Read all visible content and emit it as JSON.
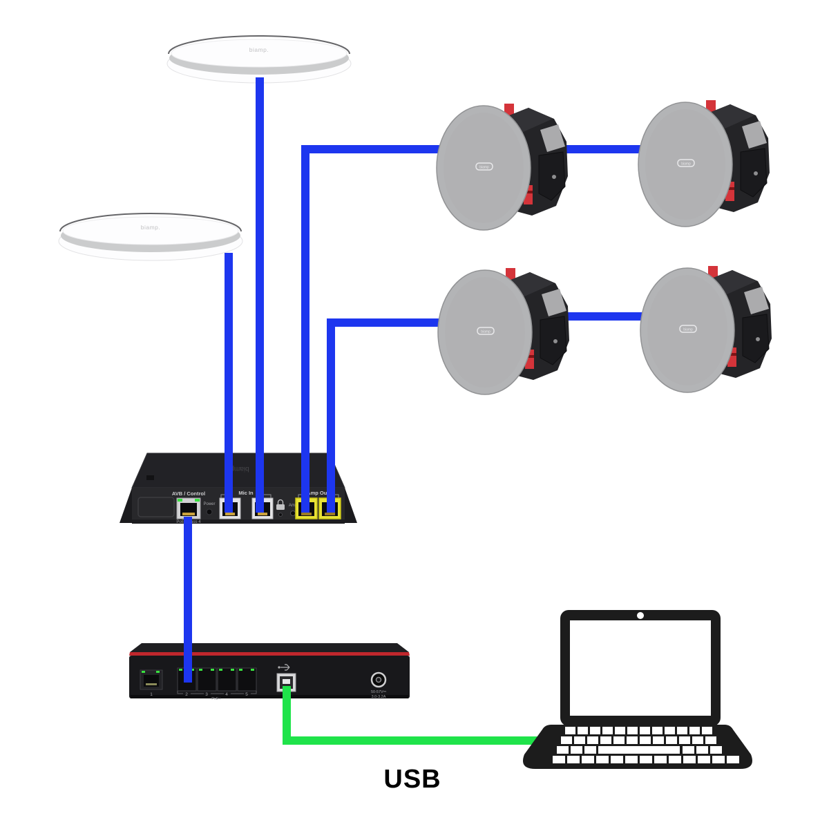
{
  "usb": {
    "label": "USB"
  },
  "mic": {
    "brand": "biamp."
  },
  "speaker": {
    "brand": "biamp"
  },
  "dsp": {
    "brand_top": "biamp",
    "labels": {
      "avb_control": "AVB / Control",
      "poe_class": "PoE+ class 4",
      "power": "Power",
      "mic_in": "Mic In",
      "amp": "Amp",
      "amp_out": "Amp Out"
    }
  },
  "switch": {
    "port1_label": "1",
    "port_labels": [
      "2",
      "3",
      "4",
      "5"
    ],
    "poe_label": "PoE+",
    "power_spec_line1": "50-57V⎓",
    "power_spec_line2": "3.0-3.2A"
  },
  "colors": {
    "cable_blue": "#1d36ef",
    "cable_green": "#1fe34a",
    "amp_port_yellow": "#e8e235",
    "led_green": "#39e13f",
    "switch_stripe_red": "#c0272d",
    "clamp_red": "#d4343a"
  }
}
